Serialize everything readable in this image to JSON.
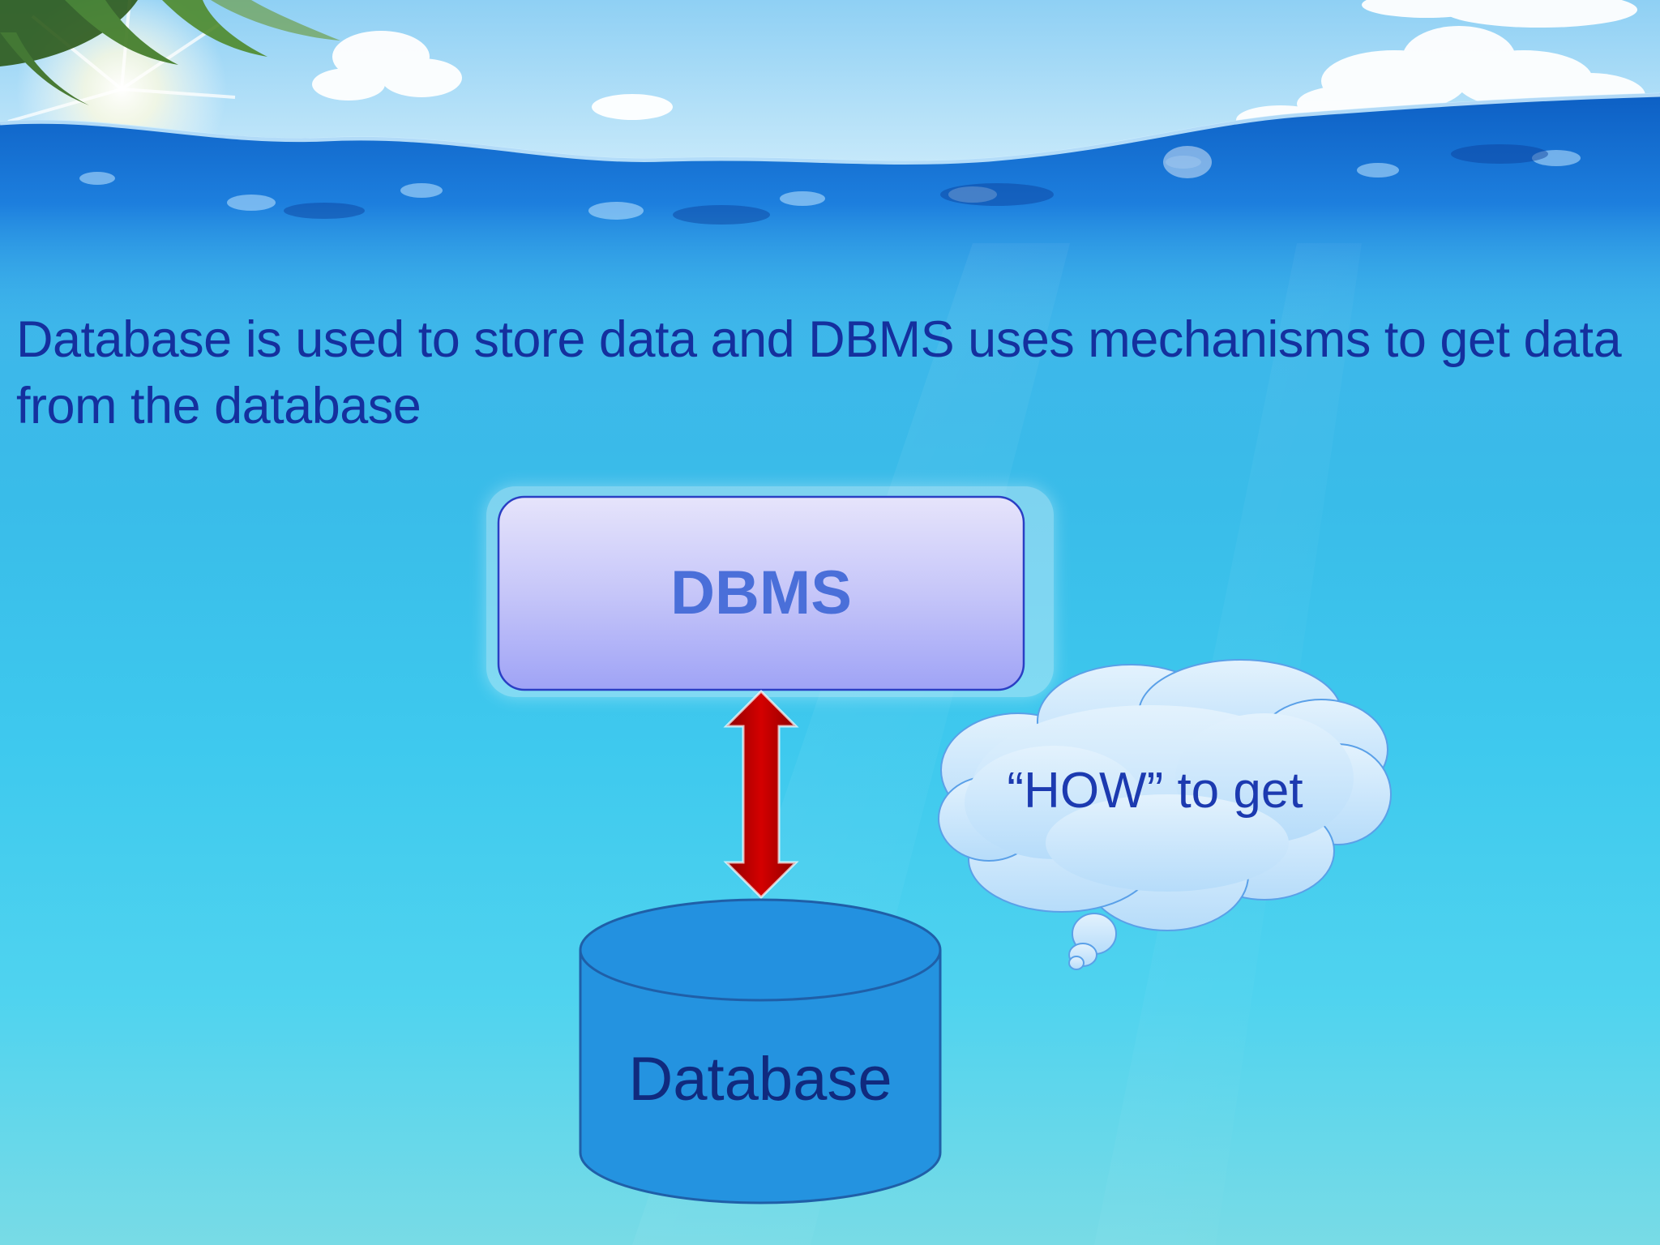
{
  "slide": {
    "title": "Database is used to store data and DBMS uses mechanisms to get data from the database"
  },
  "diagram": {
    "dbms_label": "DBMS",
    "database_label": "Database",
    "thought_bubble_text": "“HOW” to get"
  },
  "colors": {
    "title_text": "#14309e",
    "dbms_box_top": "#e6e4fb",
    "dbms_box_bottom": "#9fa3f6",
    "dbms_text": "#4a6fd9",
    "arrow": "#c70000",
    "database_fill": "#2493e0",
    "database_text": "#102a7e",
    "cloud_fill": "#cde7fb",
    "cloud_text": "#1c3ab0"
  }
}
